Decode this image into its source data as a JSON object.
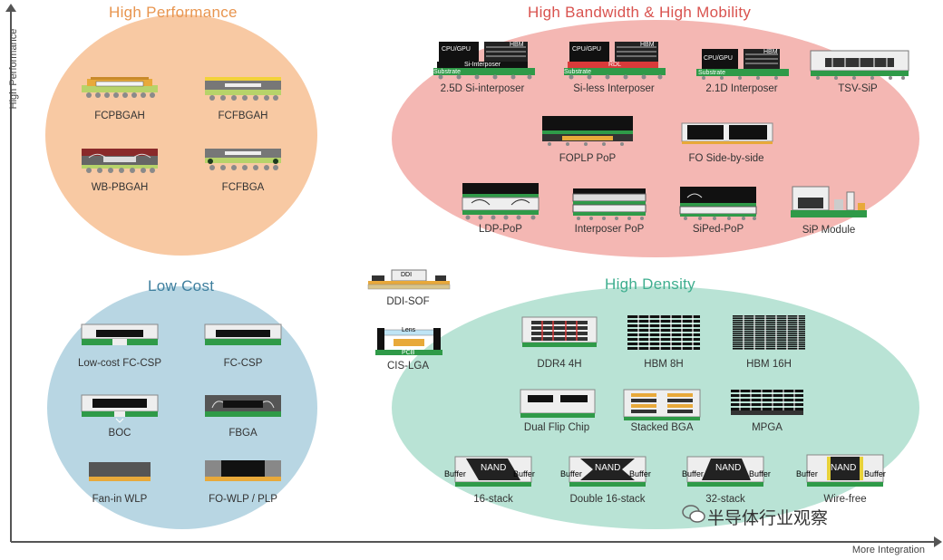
{
  "axes": {
    "y_label": "High Performance",
    "x_label": "More Integration"
  },
  "colors": {
    "high_performance": "#f8c9a3",
    "high_bandwidth": "#f4b7b3",
    "low_cost": "#b8d6e3",
    "high_density": "#b9e3d5",
    "substrate_green": "#2f9a48"
  },
  "groups": {
    "high_performance": {
      "title": "High Performance",
      "items": [
        "FCPBGAH",
        "FCFBGAH",
        "WB-PBGAH",
        "FCFBGA"
      ]
    },
    "high_bandwidth": {
      "title": "High Bandwidth & High Mobility",
      "items": [
        "2.5D Si-interposer",
        "Si-less Interposer",
        "2.1D Interposer",
        "TSV-SiP",
        "FOPLP PoP",
        "FO Side-by-side",
        "LDP-PoP",
        "Interposer PoP",
        "SiPed-PoP",
        "SiP Module"
      ]
    },
    "low_cost": {
      "title": "Low Cost",
      "items": [
        "Low-cost FC-CSP",
        "FC-CSP",
        "BOC",
        "FBGA",
        "Fan-in WLP",
        "FO-WLP / PLP"
      ]
    },
    "middle": {
      "items": [
        "DDI-SOF",
        "CIS-LGA"
      ]
    },
    "high_density": {
      "title": "High Density",
      "items": [
        "DDR4 4H",
        "HBM 8H",
        "HBM 16H",
        "Dual Flip Chip",
        "Stacked BGA",
        "MPGA",
        "16-stack",
        "Double 16-stack",
        "32-stack",
        "Wire-free"
      ]
    }
  },
  "chip_text": {
    "cpu_gpu": "CPU/GPU",
    "hbm": "HBM",
    "substrate": "Substrate",
    "si_interposer": "Si-Interposer",
    "rdl": "RDL",
    "ddi": "DDI",
    "lens": "Lens",
    "pcb": "PCB",
    "nand": "NAND",
    "buffer": "Buffer"
  },
  "watermark": "半导体行业观察"
}
